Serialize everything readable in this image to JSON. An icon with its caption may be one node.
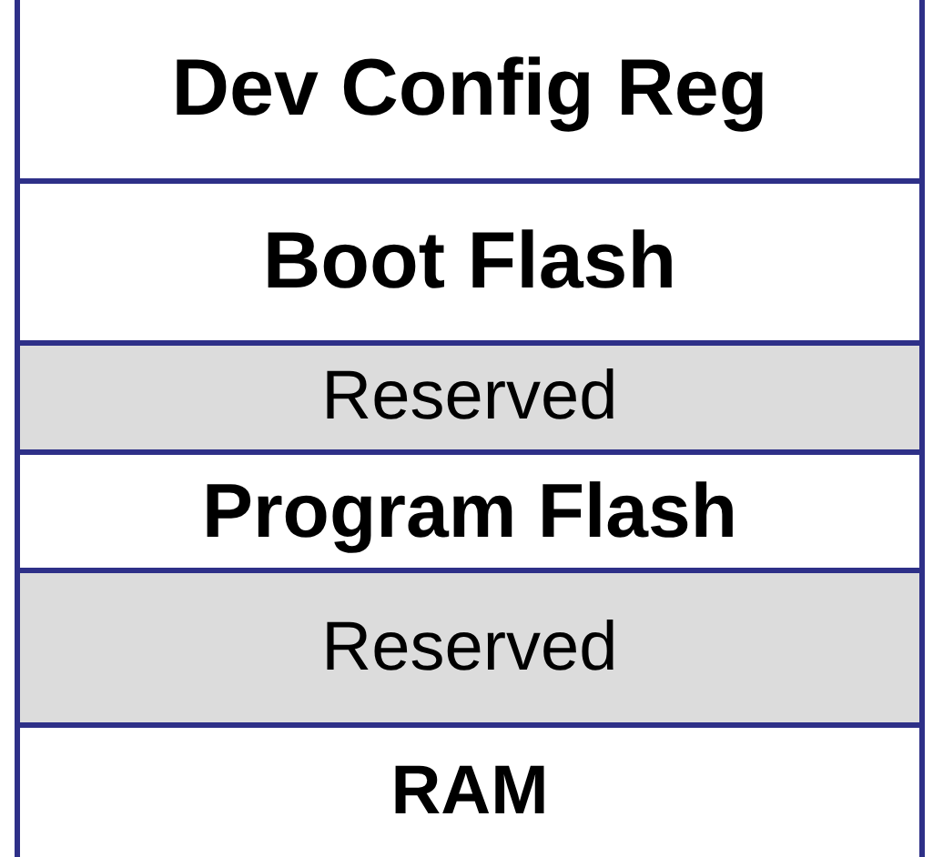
{
  "diagram": {
    "nodes": [
      {
        "text": [
          "Dev Config Reg"
        ]
      },
      {
        "text": [
          "Boot Flash"
        ]
      },
      {
        "text": [
          "Reserved"
        ]
      },
      {
        "text": [
          "Program Flash"
        ]
      },
      {
        "text": [
          "Reserved"
        ]
      },
      {
        "text": [
          "RAM"
        ]
      }
    ]
  }
}
